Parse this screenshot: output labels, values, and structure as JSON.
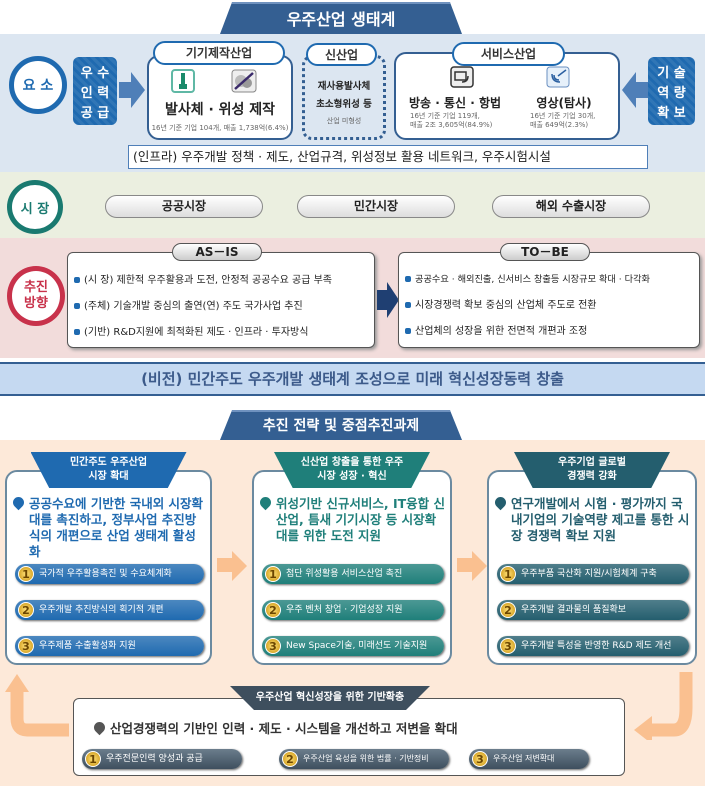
{
  "ecosystem": {
    "title": "우주산업 생태계",
    "elements_label": "요 소",
    "left_supply": [
      "우 수",
      "인 력",
      "공 급"
    ],
    "right_supply": [
      "기 술",
      "역 량",
      "확 보"
    ],
    "manufacturing": {
      "label": "기기제작산업",
      "title": "발사체 · 위성 제작",
      "note": "16년 기준 기업 104개, 매출 1,738억(6.4%)",
      "icons": [
        "rocket-icon",
        "satellite-icon"
      ]
    },
    "new_industry": {
      "label": "신산업",
      "lines": [
        "재사용발사체",
        "초소형위성 등"
      ],
      "note": "산업 미형성"
    },
    "service": {
      "label": "서비스산업",
      "items": [
        {
          "title": "방송 · 통신 · 항법",
          "note1": "16년 기준 기업 119개,",
          "note2": "매출 2조 3,605억(84.9%)"
        },
        {
          "title": "영상(탐사)",
          "note1": "16년 기준 기업 30개,",
          "note2": "매출 649억(2.3%)"
        }
      ]
    },
    "infra": "(인프라) 우주개발 정책 · 제도, 산업규격, 위성정보 활용 네트워크, 우주시험시설"
  },
  "market": {
    "label": "시 장",
    "items": [
      "공공시장",
      "민간시장",
      "해외 수출시장"
    ]
  },
  "direction": {
    "label": [
      "추진",
      "방향"
    ],
    "as_is": {
      "label": "AS－IS",
      "items": [
        "(시 장) 제한적 우주활용과 도전, 안정적 공공수요 공급 부족",
        "(주체) 기술개발 중심의 출연(연) 주도 국가사업 추진",
        "(기반) R&D지원에 최적화된 제도 · 인프라 · 투자방식"
      ]
    },
    "to_be": {
      "label": "TO－BE",
      "items": [
        "공공수요 · 해외진출, 신서비스 창출등 시장규모 확대 · 다각화",
        "시장경쟁력 확보 중심의 산업체 주도로 전환",
        "산업체의 성장을 위한 전면적 개편과 조정"
      ]
    }
  },
  "vision": "(비전) 민간주도 우주개발 생태계 조성으로 미래 혁신성장동력 창출",
  "strategy": {
    "title": "추진 전략 및 중점추진과제",
    "columns": [
      {
        "header": [
          "민간주도 우주산업",
          "시장 확대"
        ],
        "goal": "공공수요에 기반한 국내외 시장확대를 촉진하고, 정부사업 추진방식의 개편으로 산업 생태계 활성화",
        "tasks": [
          "국가적 우주활용촉진 및 수요체계화",
          "우주개발 추진방식의 획기적 개편",
          "우주제품 수출활성화 지원"
        ],
        "color": "#1f6ab0"
      },
      {
        "header": [
          "신산업 창출을 통한 우주",
          "시장 성장 · 혁신"
        ],
        "goal": "위성기반 신규서비스, IT융합 신산업, 틈새 기기시장 등 시장확대를 위한 도전 지원",
        "tasks": [
          "첨단 위성활용 서비스산업 촉진",
          "우주 벤처 창업 · 기업성장 지원",
          "New Space기술, 미래선도 기술지원"
        ],
        "color": "#1f7f7a"
      },
      {
        "header": [
          "우주기업 글로벌",
          "경쟁력 강화"
        ],
        "goal": "연구개발에서 시험 · 평가까지 국내기업의 기술역량 제고를 통한 시장 경쟁력 확보 지원",
        "tasks": [
          "우주부품 국산화 지원/시험체계 구축",
          "우주개발 결과물의 품질확보",
          "우주개발 특성을 반영한 R&D 제도 개선"
        ],
        "color": "#245e6e"
      }
    ],
    "foundation": {
      "header": "우주산업 혁신성장을 위한 기반확충",
      "goal": "산업경쟁력의 기반인 인력 · 제도 · 시스템을 개선하고 저변을 확대",
      "tasks": [
        "우주전문인력 양성과 공급",
        "우주산업 육성을 위한 법률 · 기반정비",
        "우주산업 저변확대"
      ],
      "color": "#3e4f5e"
    },
    "numbers": [
      "1",
      "2",
      "3"
    ]
  }
}
